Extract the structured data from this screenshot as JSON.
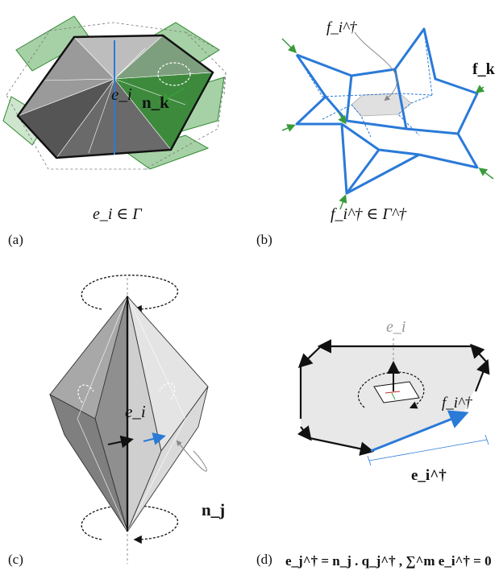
{
  "panels": {
    "a": {
      "tag": "(a)",
      "caption": "e_i ∈ Γ",
      "edge_label": "e_i",
      "normal_label": "n_k"
    },
    "b": {
      "tag": "(b)",
      "caption": "f_i^† ∈ Γ^†",
      "face_label": "f_i^†",
      "force_label": "f_k"
    },
    "c": {
      "tag": "(c)",
      "edge_label": "e_i",
      "normal_label": "n_j"
    },
    "d": {
      "tag": "(d)",
      "edge_label": "e_i",
      "face_label": "f_i^†",
      "dual_edge_label": "e_i^†",
      "equation": "e_j^† = n_j . q_j^† , ∑^m e_i^† = 0"
    }
  },
  "colors": {
    "primal_edge": "#1a1a1a",
    "dual_edge": "#2a7ad8",
    "support_plane": "#3a9a3a",
    "face_fill": "#e8e8e8",
    "shade_dark": "#555555",
    "shade_mid": "#8a8a8a",
    "shade_light": "#c8c8c8"
  }
}
